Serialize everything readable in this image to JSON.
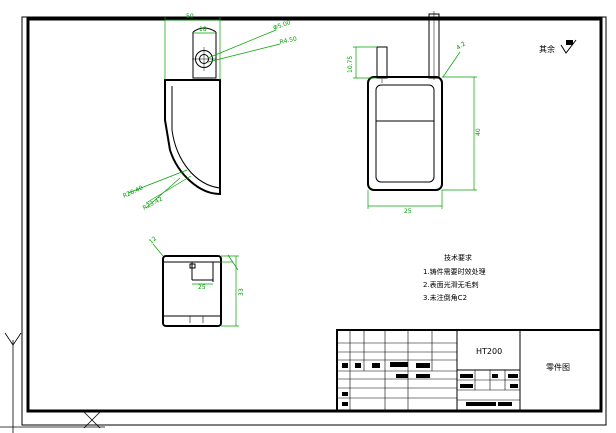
{
  "drawing": {
    "roughness_mark": "其余",
    "tech_requirements": {
      "title": "技术要求",
      "items": [
        "1.铸件需要时效处理",
        "2.表面光滑无毛刺",
        "3.未注倒角C2"
      ]
    },
    "title_block": {
      "material": "HT200",
      "drawing_name": "零件图"
    },
    "dimensions": {
      "top_width": "50",
      "hole_center": "18",
      "hole_dia_a": "Φ5.00",
      "hole_dia_b": "R4.50",
      "radius_outer": "R26.40",
      "radius_inner": "R23.42",
      "height_small": "10.75",
      "lug_size": "4.2",
      "body_height": "40",
      "body_width": "25",
      "bottom_chamfer": "12",
      "bottom_slot": "25",
      "bottom_height": "33"
    }
  }
}
